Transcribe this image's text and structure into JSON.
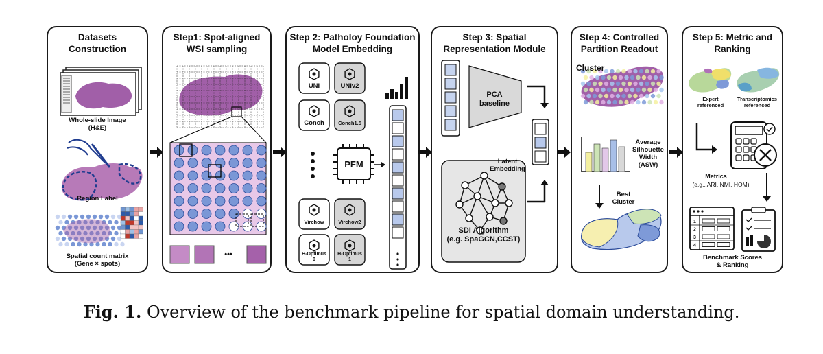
{
  "panels": {
    "p1": {
      "title": "Datasets\nConstruction",
      "wsi_label": "Whole-slide Image\n(H&E)",
      "region_label": "Region Label",
      "count_label": "Spatial count matrix\n(Gene × spots)"
    },
    "p2": {
      "title": "Step1: Spot-aligned\nWSI sampling",
      "ellipsis": "•••"
    },
    "p3": {
      "title": "Step 2: Patholoy Foundation\nModel Embedding",
      "models": [
        "UNI",
        "UNIv2",
        "Conch",
        "Conch1.5",
        "Virchow",
        "Virchow2",
        "H-Optimus\n0",
        "H-Optimus\n1"
      ],
      "pfm": "PFM"
    },
    "p4": {
      "title": "Step 3:  Spatial\nRepresentation Module",
      "pca": "PCA\nbaseline",
      "latent": "Latent\nEmbedding",
      "sdi": "SDI Algorithm\n(e.g. SpaGCN,CCST)"
    },
    "p5": {
      "title": "Step 4: Controlled\nPartition Readout",
      "cluster": "Cluster",
      "asw": "Average\nSilhouette\nWidth\n(ASW)",
      "best": "Best\nCluster"
    },
    "p6": {
      "title": "Step 5: Metric and\nRanking",
      "expert": "Expert\nreferenced",
      "transcript": "Transcriptomics\nreferenced",
      "metrics_title": "Metrics",
      "metrics_sub": "(e.g., ARI, NMI, HOM)",
      "bench": "Benchmark Scores\n& Ranking"
    }
  },
  "caption": {
    "fig": "Fig. 1.",
    "text": "Overview of the benchmark pipeline for spatial domain understanding."
  },
  "colors": {
    "tissue": "#a15fa8",
    "tissue_light": "#d7a8d6",
    "spot": "#7a97d6",
    "spot_light": "#b8c9ec",
    "outline": "#1a1a1a"
  }
}
